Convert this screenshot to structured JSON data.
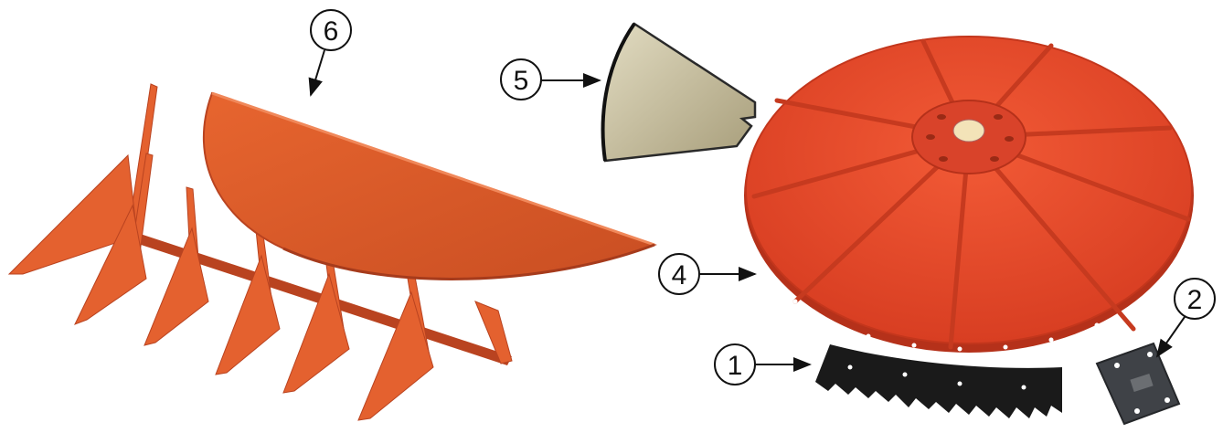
{
  "figure": {
    "callouts": [
      {
        "id": "1",
        "label": "1",
        "part": "rubber-scraper-strip"
      },
      {
        "id": "2",
        "label": "2",
        "part": "mounting-plate"
      },
      {
        "id": "4",
        "label": "4",
        "part": "spreader-disc"
      },
      {
        "id": "5",
        "label": "5",
        "part": "vane-segment"
      },
      {
        "id": "6",
        "label": "6",
        "part": "tine-comb-assembly"
      }
    ],
    "colors": {
      "part_orange": "#e4612f",
      "part_orange_dark": "#b94320",
      "disc_red": "#ea4a2c",
      "disc_red_dark": "#c3361c",
      "vane_tan": "#cfc6a6",
      "rubber_black": "#1a1a1a",
      "plate_gray": "#3f4247",
      "outline": "#111111"
    }
  }
}
